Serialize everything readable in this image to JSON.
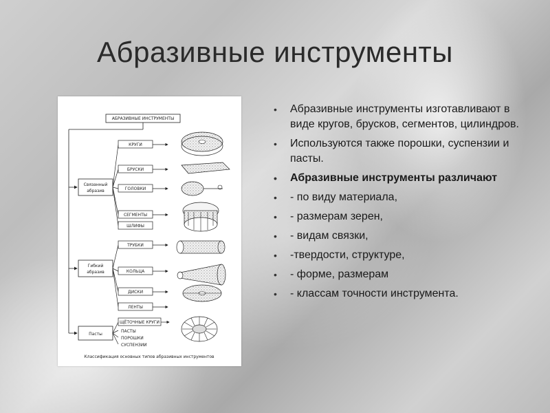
{
  "slide": {
    "title": "Абразивные инструменты"
  },
  "figure": {
    "header": "АБРАЗИВНЫЕ ИНСТРУМЕНТЫ",
    "group1": "Связанный\nабразив",
    "group2": "Гибкий\nабразив",
    "group3": "Пасты",
    "items1": [
      "КРУГИ",
      "БРУСКИ",
      "ГОЛОВКИ",
      "СЕГМЕНТЫ",
      "ШЛИФЫ"
    ],
    "items2": [
      "ТРУБКИ",
      "КОЛЬЦА",
      "ДИСКИ",
      "ЛЕНТЫ"
    ],
    "items3": [
      "ЩЁТОЧНЫЕ КРУГИ",
      "ПАСТЫ",
      "ПОРОШКИ",
      "СУСПЕНЗИИ"
    ],
    "caption": "Классификация основных типов абразивных инструментов"
  },
  "bullets": [
    {
      "text": "Абразивные инструменты изготавливают в виде кругов, брусков, сегментов, цилиндров.",
      "bold": false
    },
    {
      "text": "Используются также порошки, суспензии и пасты.",
      "bold": false
    },
    {
      "text": "Абразивные инструменты различают",
      "bold": true
    },
    {
      "text": "- по виду материала,",
      "bold": false
    },
    {
      "text": "- размерам зерен,",
      "bold": false
    },
    {
      "text": "- видам связки,",
      "bold": false
    },
    {
      "text": "-твердости, структуре,",
      "bold": false
    },
    {
      "text": "- форме, размерам",
      "bold": false
    },
    {
      "text": "- классам точности инструмента.",
      "bold": false
    }
  ],
  "bullet_symbol": "•"
}
